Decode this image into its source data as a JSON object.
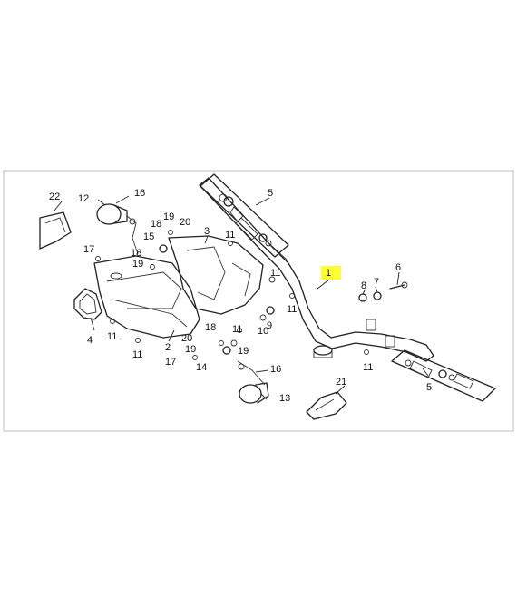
{
  "diagram": {
    "highlight_color": "#ffff33",
    "frame_color": "#bdbdbd",
    "callouts": [
      {
        "id": "c1",
        "text": "1",
        "highlight": true
      },
      {
        "id": "c2",
        "text": "2"
      },
      {
        "id": "c3",
        "text": "3"
      },
      {
        "id": "c4",
        "text": "4"
      },
      {
        "id": "c5a",
        "text": "5"
      },
      {
        "id": "c5b",
        "text": "5"
      },
      {
        "id": "c6",
        "text": "6"
      },
      {
        "id": "c7",
        "text": "7"
      },
      {
        "id": "c8",
        "text": "8"
      },
      {
        "id": "c9",
        "text": "9"
      },
      {
        "id": "c10",
        "text": "10"
      },
      {
        "id": "c11a",
        "text": "11"
      },
      {
        "id": "c11b",
        "text": "11"
      },
      {
        "id": "c11c",
        "text": "11"
      },
      {
        "id": "c11d",
        "text": "11"
      },
      {
        "id": "c11e",
        "text": "11"
      },
      {
        "id": "c11f",
        "text": "11"
      },
      {
        "id": "c11g",
        "text": "11"
      },
      {
        "id": "c12",
        "text": "12"
      },
      {
        "id": "c13",
        "text": "13"
      },
      {
        "id": "c14",
        "text": "14"
      },
      {
        "id": "c15",
        "text": "15"
      },
      {
        "id": "c16a",
        "text": "16"
      },
      {
        "id": "c16b",
        "text": "16"
      },
      {
        "id": "c17a",
        "text": "17"
      },
      {
        "id": "c17b",
        "text": "17"
      },
      {
        "id": "c18a",
        "text": "18"
      },
      {
        "id": "c18b",
        "text": "18"
      },
      {
        "id": "c18c",
        "text": "18"
      },
      {
        "id": "c19a",
        "text": "19"
      },
      {
        "id": "c19b",
        "text": "19"
      },
      {
        "id": "c19c",
        "text": "19"
      },
      {
        "id": "c19d",
        "text": "19"
      },
      {
        "id": "c20a",
        "text": "20"
      },
      {
        "id": "c20b",
        "text": "20"
      },
      {
        "id": "c21",
        "text": "21"
      },
      {
        "id": "c22",
        "text": "22"
      }
    ]
  }
}
